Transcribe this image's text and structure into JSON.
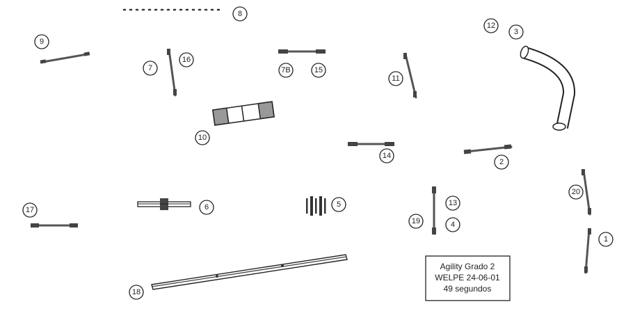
{
  "diagram": {
    "numbers": [
      "1",
      "2",
      "3",
      "4",
      "5",
      "6",
      "7",
      "7B",
      "8",
      "9",
      "10",
      "11",
      "12",
      "13",
      "14",
      "15",
      "16",
      "17",
      "18",
      "19",
      "20"
    ],
    "info_box": {
      "line1": "Agility Grado 2",
      "line2": "WELPE 24-06-01",
      "line3": "49 segundos"
    }
  }
}
